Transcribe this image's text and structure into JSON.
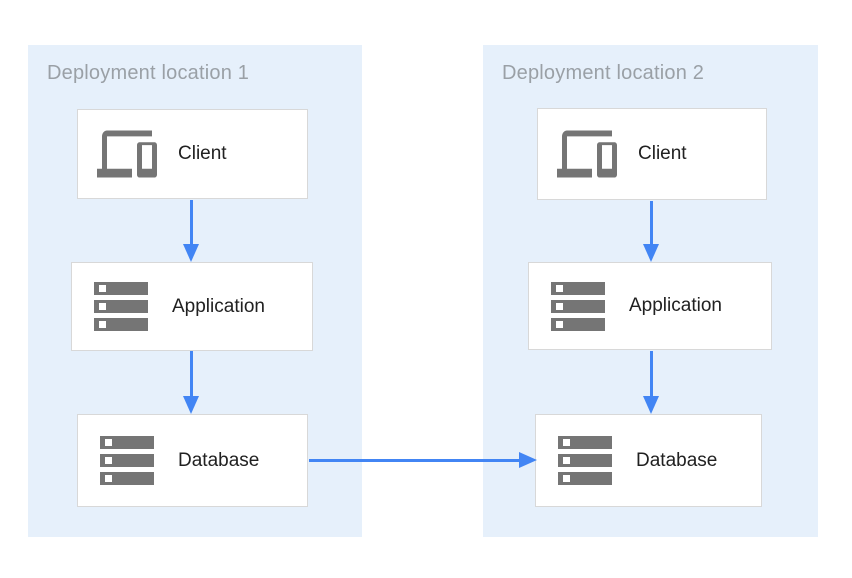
{
  "diagram": {
    "type": "architecture-diagram",
    "zones": [
      {
        "title": "Deployment location 1",
        "nodes": [
          {
            "id": "client-1",
            "label": "Client",
            "icon": "devices-icon"
          },
          {
            "id": "application-1",
            "label": "Application",
            "icon": "storage-icon"
          },
          {
            "id": "database-1",
            "label": "Database",
            "icon": "storage-icon"
          }
        ]
      },
      {
        "title": "Deployment location 2",
        "nodes": [
          {
            "id": "client-2",
            "label": "Client",
            "icon": "devices-icon"
          },
          {
            "id": "application-2",
            "label": "Application",
            "icon": "storage-icon"
          },
          {
            "id": "database-2",
            "label": "Database",
            "icon": "storage-icon"
          }
        ]
      }
    ],
    "arrows": [
      {
        "from": "client-1",
        "to": "application-1",
        "direction": "down"
      },
      {
        "from": "application-1",
        "to": "database-1",
        "direction": "down"
      },
      {
        "from": "client-2",
        "to": "application-2",
        "direction": "down"
      },
      {
        "from": "application-2",
        "to": "database-2",
        "direction": "down"
      },
      {
        "from": "database-1",
        "to": "database-2",
        "direction": "right"
      }
    ],
    "colors": {
      "zone_bg": "#e6f0fb",
      "node_bg": "#ffffff",
      "node_border": "#d8d8d8",
      "zone_title": "#9aa0a6",
      "node_label": "#212121",
      "icon": "#757575",
      "arrow": "#4285f4"
    }
  }
}
